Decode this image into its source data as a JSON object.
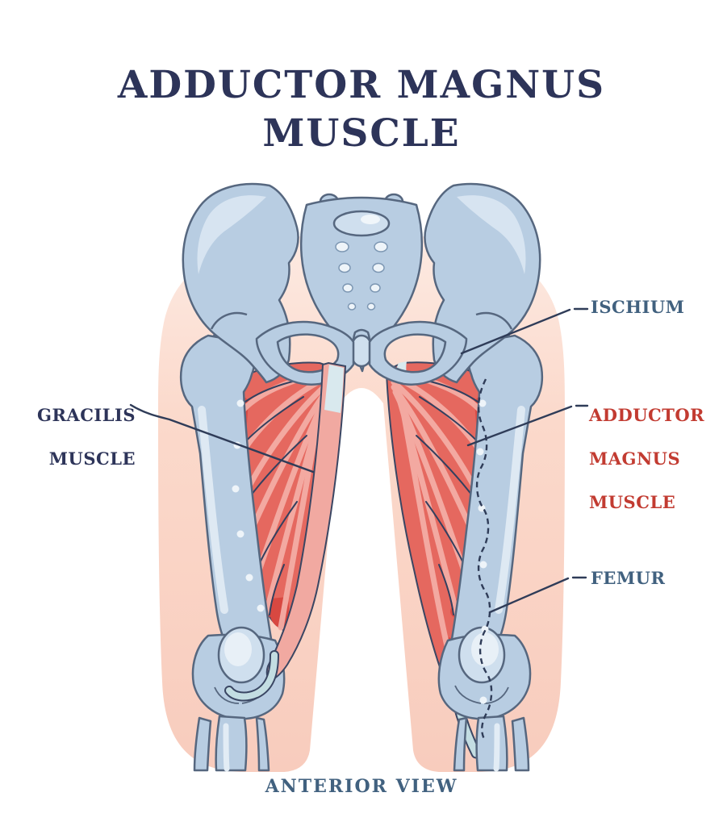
{
  "title": {
    "line1": "ADDUCTOR MAGNUS",
    "line2": "MUSCLE"
  },
  "annotations": {
    "ischium": {
      "label": "ISCHIUM"
    },
    "gracilis": {
      "line1": "GRACILIS",
      "line2": "MUSCLE"
    },
    "adductor_magnus": {
      "line1": "ADDUCTOR",
      "line2": "MAGNUS",
      "line3": "MUSCLE"
    },
    "femur": {
      "label": "FEMUR"
    }
  },
  "footer": {
    "caption": "ANTERIOR VIEW"
  },
  "figure": {
    "subject": "adductor magnus muscle, pelvis and femurs, anterior view",
    "highlighted_structure": "adductor magnus muscle"
  },
  "colors": {
    "title_navy": "#2d3459",
    "label_slate": "#41617f",
    "label_red": "#c23b31",
    "leader_line": "#2f3c58",
    "bone_fill": "#b8cde2",
    "bone_highlight": "#d7e4f1",
    "bone_outline": "#56677f",
    "muscle_red": "#e5685f",
    "muscle_light": "#f4ada5",
    "muscle_dark": "#d84841",
    "skin_pink": "#f9cfc0",
    "tendon_cyan": "#c3dde2"
  }
}
